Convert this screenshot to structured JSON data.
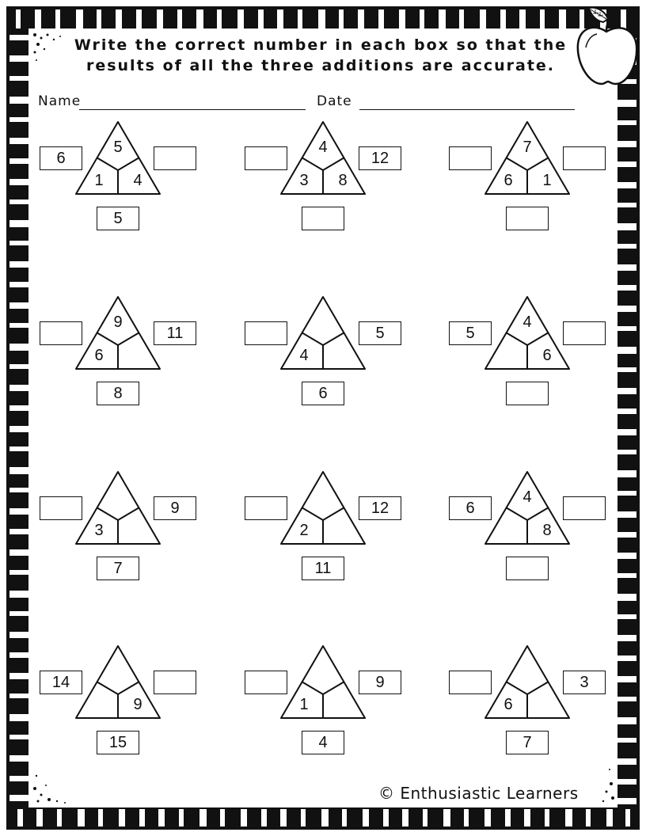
{
  "header": {
    "title_line1": "Write the correct number in each box so that the",
    "title_line2": "results of all the three additions are accurate.",
    "apple_icon": "apple-icon"
  },
  "fields": {
    "name_label": "Name",
    "date_label": "Date"
  },
  "puzzles": [
    {
      "top": "5",
      "bottom_left": "1",
      "bottom_right": "4",
      "left_box": "6",
      "right_box": "",
      "bottom_box": "5"
    },
    {
      "top": "4",
      "bottom_left": "3",
      "bottom_right": "8",
      "left_box": "",
      "right_box": "12",
      "bottom_box": ""
    },
    {
      "top": "7",
      "bottom_left": "6",
      "bottom_right": "1",
      "left_box": "",
      "right_box": "",
      "bottom_box": ""
    },
    {
      "top": "9",
      "bottom_left": "6",
      "bottom_right": "",
      "left_box": "",
      "right_box": "11",
      "bottom_box": "8"
    },
    {
      "top": "",
      "bottom_left": "4",
      "bottom_right": "",
      "left_box": "",
      "right_box": "5",
      "bottom_box": "6"
    },
    {
      "top": "4",
      "bottom_left": "",
      "bottom_right": "6",
      "left_box": "5",
      "right_box": "",
      "bottom_box": ""
    },
    {
      "top": "",
      "bottom_left": "3",
      "bottom_right": "",
      "left_box": "",
      "right_box": "9",
      "bottom_box": "7"
    },
    {
      "top": "",
      "bottom_left": "2",
      "bottom_right": "",
      "left_box": "",
      "right_box": "12",
      "bottom_box": "11"
    },
    {
      "top": "4",
      "bottom_left": "",
      "bottom_right": "8",
      "left_box": "6",
      "right_box": "",
      "bottom_box": ""
    },
    {
      "top": "",
      "bottom_left": "",
      "bottom_right": "9",
      "left_box": "14",
      "right_box": "",
      "bottom_box": "15"
    },
    {
      "top": "",
      "bottom_left": "1",
      "bottom_right": "",
      "left_box": "",
      "right_box": "9",
      "bottom_box": "4"
    },
    {
      "top": "",
      "bottom_left": "6",
      "bottom_right": "",
      "left_box": "",
      "right_box": "3",
      "bottom_box": "7"
    }
  ],
  "footer": {
    "copyright": "© Enthusiastic Learners"
  }
}
